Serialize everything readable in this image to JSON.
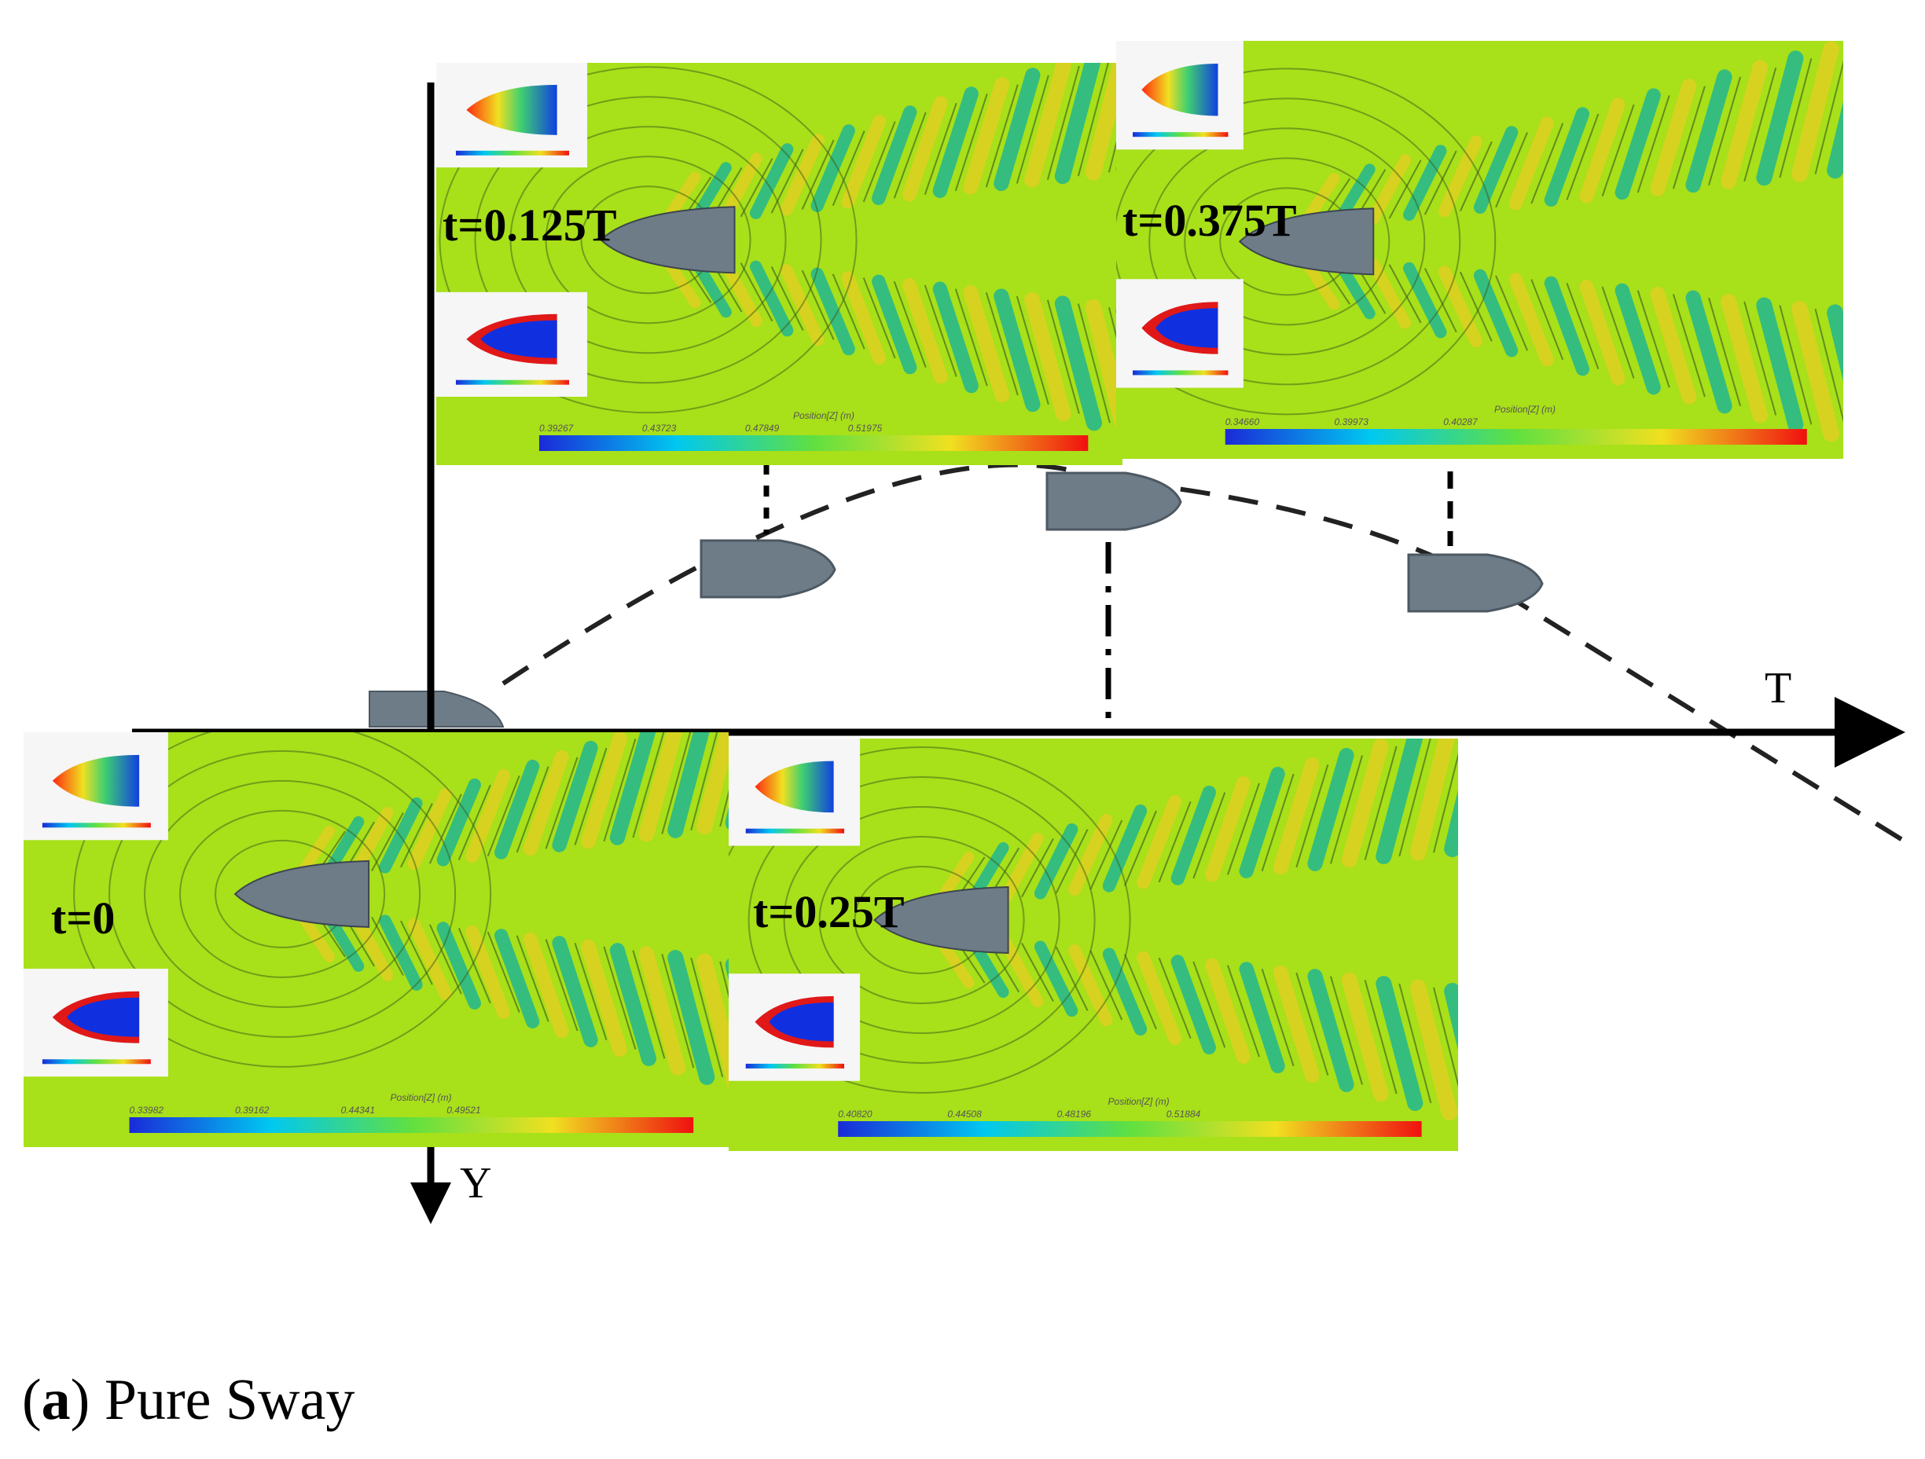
{
  "figure": {
    "caption_letter": "a",
    "caption_text": "Pure Sway",
    "axes": {
      "time_axis_label": "T",
      "sway_axis_label": "Y"
    },
    "panels": [
      {
        "id": "p0",
        "time_label": "t=0",
        "scale_title": "Position[Z] (m)",
        "scale_ticks": [
          "0.33982",
          "0.39162",
          "0.44341",
          "0.49521"
        ]
      },
      {
        "id": "p1",
        "time_label": "t=0.125T",
        "scale_title": "Position[Z] (m)",
        "scale_ticks": [
          "0.39267",
          "0.43723",
          "0.47849",
          "0.51975"
        ]
      },
      {
        "id": "p2",
        "time_label": "t=0.25T",
        "scale_title": "Position[Z] (m)",
        "scale_ticks": [
          "0.40820",
          "0.44508",
          "0.48196",
          "0.51884"
        ]
      },
      {
        "id": "p3",
        "time_label": "t=0.375T",
        "scale_title": "Position[Z] (m)",
        "scale_ticks": [
          "0.34660",
          "0.39973",
          "0.40287"
        ]
      }
    ],
    "colors": {
      "background_field": "#a8e01a",
      "wave_crest": "#e0d020",
      "wave_trough": "#20b890",
      "hull": "#6e7c88",
      "axis": "#000000"
    }
  }
}
